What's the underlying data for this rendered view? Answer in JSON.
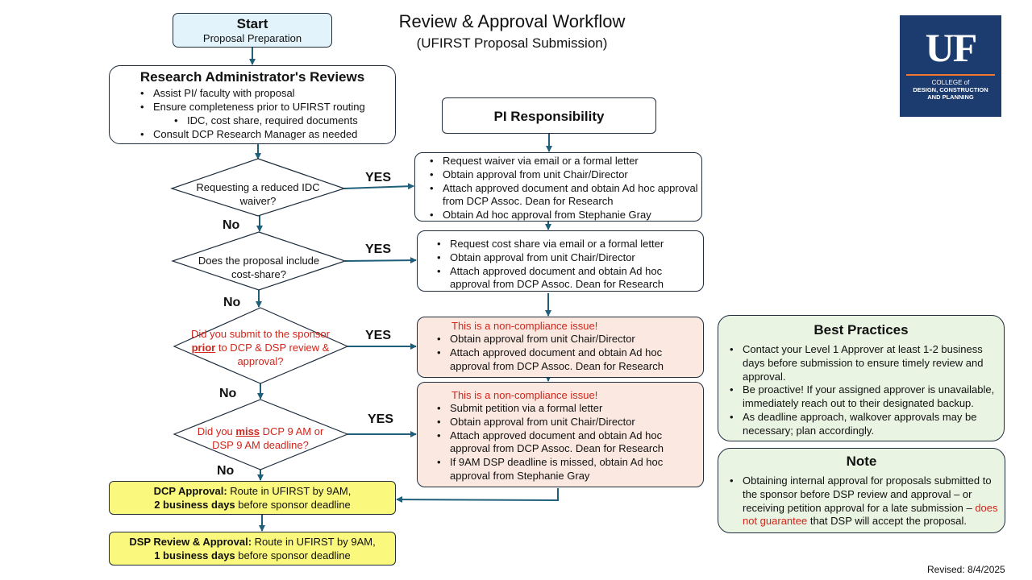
{
  "title": "Review & Approval Workflow",
  "subtitle": "(UFIRST Proposal Submission)",
  "start": {
    "heading": "Start",
    "sub": "Proposal Preparation"
  },
  "ra": {
    "heading": "Research Administrator's Reviews",
    "items": [
      "Assist PI/ faculty with proposal",
      "Ensure completeness prior to UFIRST routing",
      "IDC, cost share, required documents",
      "Consult DCP Research Manager as needed"
    ]
  },
  "pi": {
    "heading": "PI Responsibility"
  },
  "decisions": {
    "d1": "Requesting a reduced IDC waiver?",
    "d2": "Does the proposal include cost-share?",
    "d3_pre": "Did you submit to the sponsor ",
    "d3_em": "prior",
    "d3_post": " to DCP & DSP review & approval?",
    "d4_pre": "Did you ",
    "d4_em": "miss",
    "d4_post": " DCP 9 AM or DSP 9 AM deadline?"
  },
  "labels": {
    "yes": "YES",
    "no": "No"
  },
  "r1": [
    "Request waiver via email or a formal letter",
    "Obtain approval from unit Chair/Director",
    "Attach approved document and obtain Ad hoc approval from DCP Assoc. Dean for Research",
    "Obtain Ad hoc approval from Stephanie Gray"
  ],
  "r2": [
    "Request cost share via email or a formal letter",
    "Obtain approval from unit Chair/Director",
    "Attach approved document and obtain Ad hoc approval from DCP Assoc. Dean for Research"
  ],
  "r3": {
    "warn": "This is a non-compliance issue!",
    "items": [
      "Obtain approval from unit Chair/Director",
      "Attach approved document and obtain Ad hoc approval from DCP Assoc. Dean for Research"
    ]
  },
  "r4": {
    "warn": "This is a non-compliance issue!",
    "items": [
      "Submit petition via a formal letter",
      "Obtain approval from unit Chair/Director",
      "Attach approved document and obtain Ad hoc approval from DCP Assoc. Dean for Research",
      "If 9AM DSP deadline is missed, obtain Ad hoc approval from Stephanie Gray"
    ]
  },
  "dcp": {
    "b1": "DCP Approval:",
    "t1": " Route in UFIRST by 9AM,",
    "b2": "2 business days",
    "t2": " before sponsor deadline"
  },
  "dsp": {
    "b1": "DSP Review & Approval:",
    "t1": " Route in UFIRST by 9AM,",
    "b2": "1 business days",
    "t2": " before sponsor deadline"
  },
  "best": {
    "heading": "Best Practices",
    "items": [
      "Contact your Level 1 Approver at least 1-2 business days before submission to ensure timely review and approval.",
      "Be proactive! If your assigned approver is unavailable, immediately reach out to their designated backup.",
      "As deadline approach, walkover approvals may be necessary; plan accordingly."
    ]
  },
  "note": {
    "heading": "Note",
    "pre": "Obtaining internal approval for proposals submitted to the sponsor before DSP review and approval – or receiving petition approval for a late submission – ",
    "red": "does not guarantee",
    "post": " that DSP will accept the proposal."
  },
  "logo": {
    "mark": "UF",
    "line1": "COLLEGE of",
    "line2": "DESIGN, CONSTRUCTION",
    "line3": "AND PLANNING"
  },
  "revised": "Revised: 8/4/2025",
  "colors": {
    "line": "#1f5f7a",
    "warn": "#d0261c",
    "yellow": "#fbf87e",
    "green": "#eaf4e2",
    "pink": "#fbe9e1",
    "start": "#e2f3fb",
    "logo": "#1c3b6e"
  }
}
